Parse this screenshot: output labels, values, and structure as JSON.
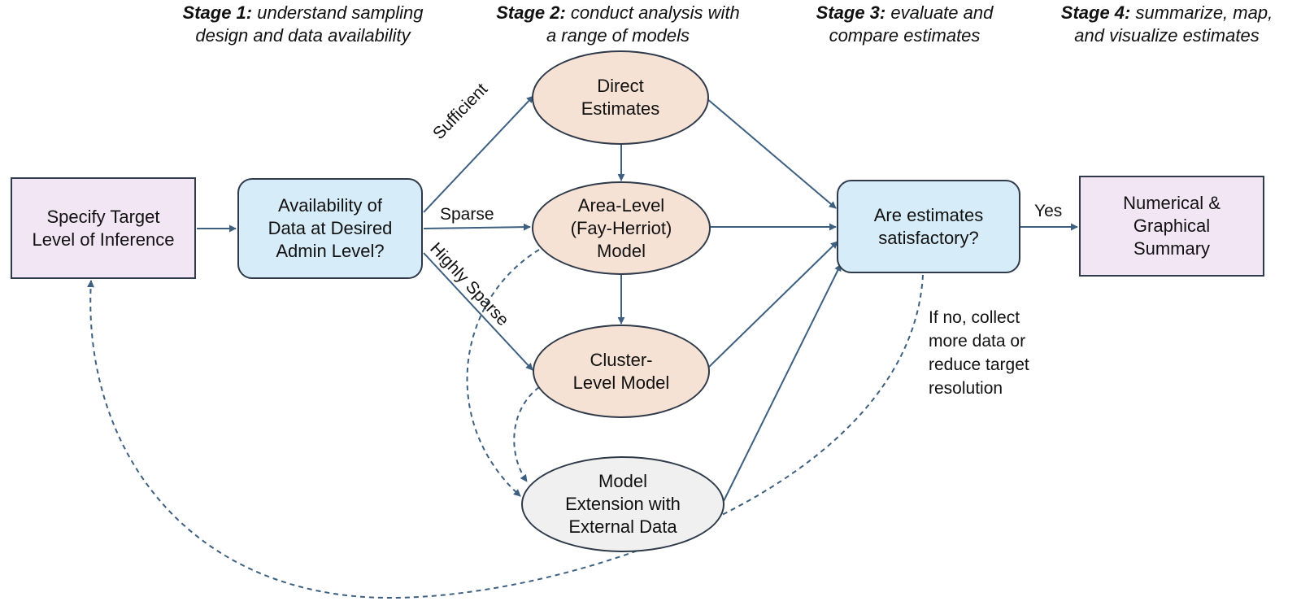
{
  "stages": [
    {
      "bold": "Stage 1:",
      "text": " understand sampling design and data availability"
    },
    {
      "bold": "Stage 2:",
      "text": " conduct analysis with a range of models"
    },
    {
      "bold": "Stage 3:",
      "text": " evaluate and compare estimates"
    },
    {
      "bold": "Stage 4:",
      "text": " summarize, map, and visualize estimates"
    }
  ],
  "nodes": {
    "target": "Specify Target\nLevel of Inference",
    "availability": "Availability of\nData at Desired\nAdmin Level?",
    "direct": "Direct\nEstimates",
    "area": "Area-Level\n(Fay-Herriot)\nModel",
    "cluster": "Cluster-\nLevel Model",
    "extension": "Model\nExtension with\nExternal Data",
    "satisfactory": "Are estimates\nsatisfactory?",
    "summary": "Numerical &\nGraphical\nSummary"
  },
  "edge_labels": {
    "sufficient": "Sufficient",
    "sparse": "Sparse",
    "highly_sparse": "Highly Sparse",
    "yes": "Yes",
    "if_no": "If no, collect\nmore data or\nreduce target\nresolution"
  },
  "colors": {
    "line": "#3d5f80",
    "purple_fill": "#f2e6f5",
    "blue_fill": "#d6ecf8",
    "peach_fill": "#f6e2d4",
    "gray_fill": "#f0f0f0"
  }
}
